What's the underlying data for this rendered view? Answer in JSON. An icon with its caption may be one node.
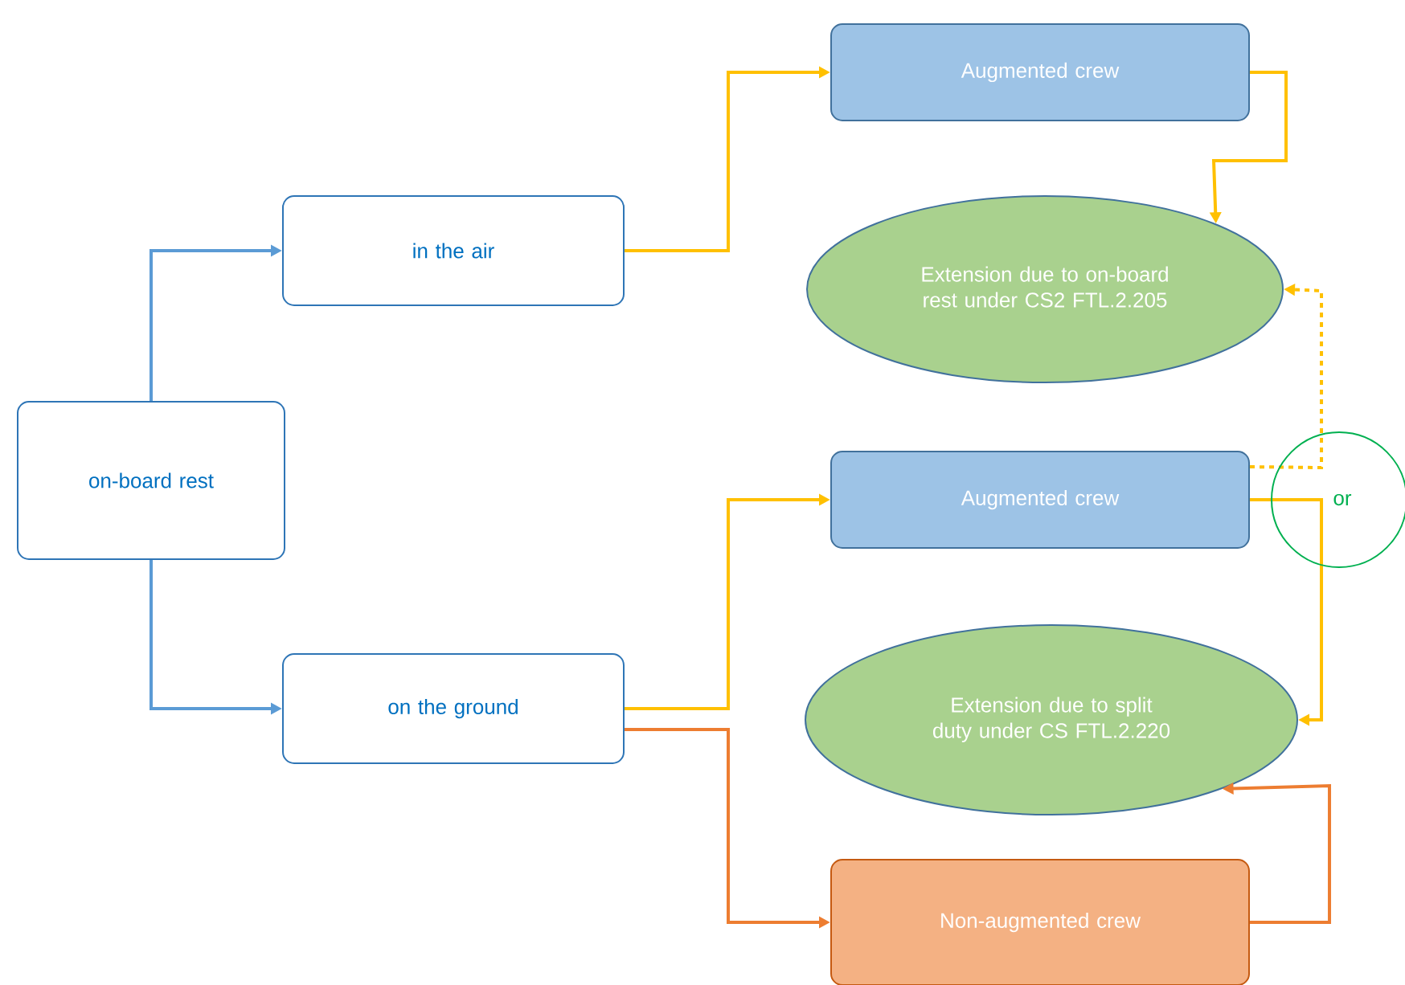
{
  "diagram": {
    "nodes": [
      {
        "text": [
          "on-board rest"
        ]
      },
      {
        "text": [
          "in the air"
        ]
      },
      {
        "text": [
          "on the ground"
        ]
      },
      {
        "text": [
          "Augmented crew"
        ]
      },
      {
        "text": [
          "Extension due to on-board rest under CS2 FTL.2.205"
        ]
      },
      {
        "text": [
          "Augmented crew"
        ]
      },
      {
        "text": [
          "Extension due to split duty under CS FTL.2.220"
        ]
      },
      {
        "text": [
          "Non-augmented crew"
        ]
      }
    ],
    "edges": [
      {
        "from": 0,
        "to": 1,
        "arrow": "to",
        "color": "#5b9bd5"
      },
      {
        "from": 0,
        "to": 2,
        "arrow": "to",
        "color": "#5b9bd5"
      },
      {
        "from": 1,
        "to": 3,
        "arrow": "to"
      },
      {
        "from": 3,
        "to": 4,
        "arrow": "to"
      },
      {
        "from": 2,
        "to": 5,
        "arrow": "to"
      },
      {
        "from": 5,
        "to": 4,
        "arrow": "to",
        "style": "dashed"
      },
      {
        "from": 5,
        "to": 6,
        "arrow": "to"
      },
      {
        "from": 2,
        "to": 7,
        "arrow": "to",
        "color": "#ed7d31"
      },
      {
        "from": 7,
        "to": 6,
        "arrow": "to",
        "color": "#ed7d31"
      }
    ],
    "labels": [
      "or"
    ]
  }
}
